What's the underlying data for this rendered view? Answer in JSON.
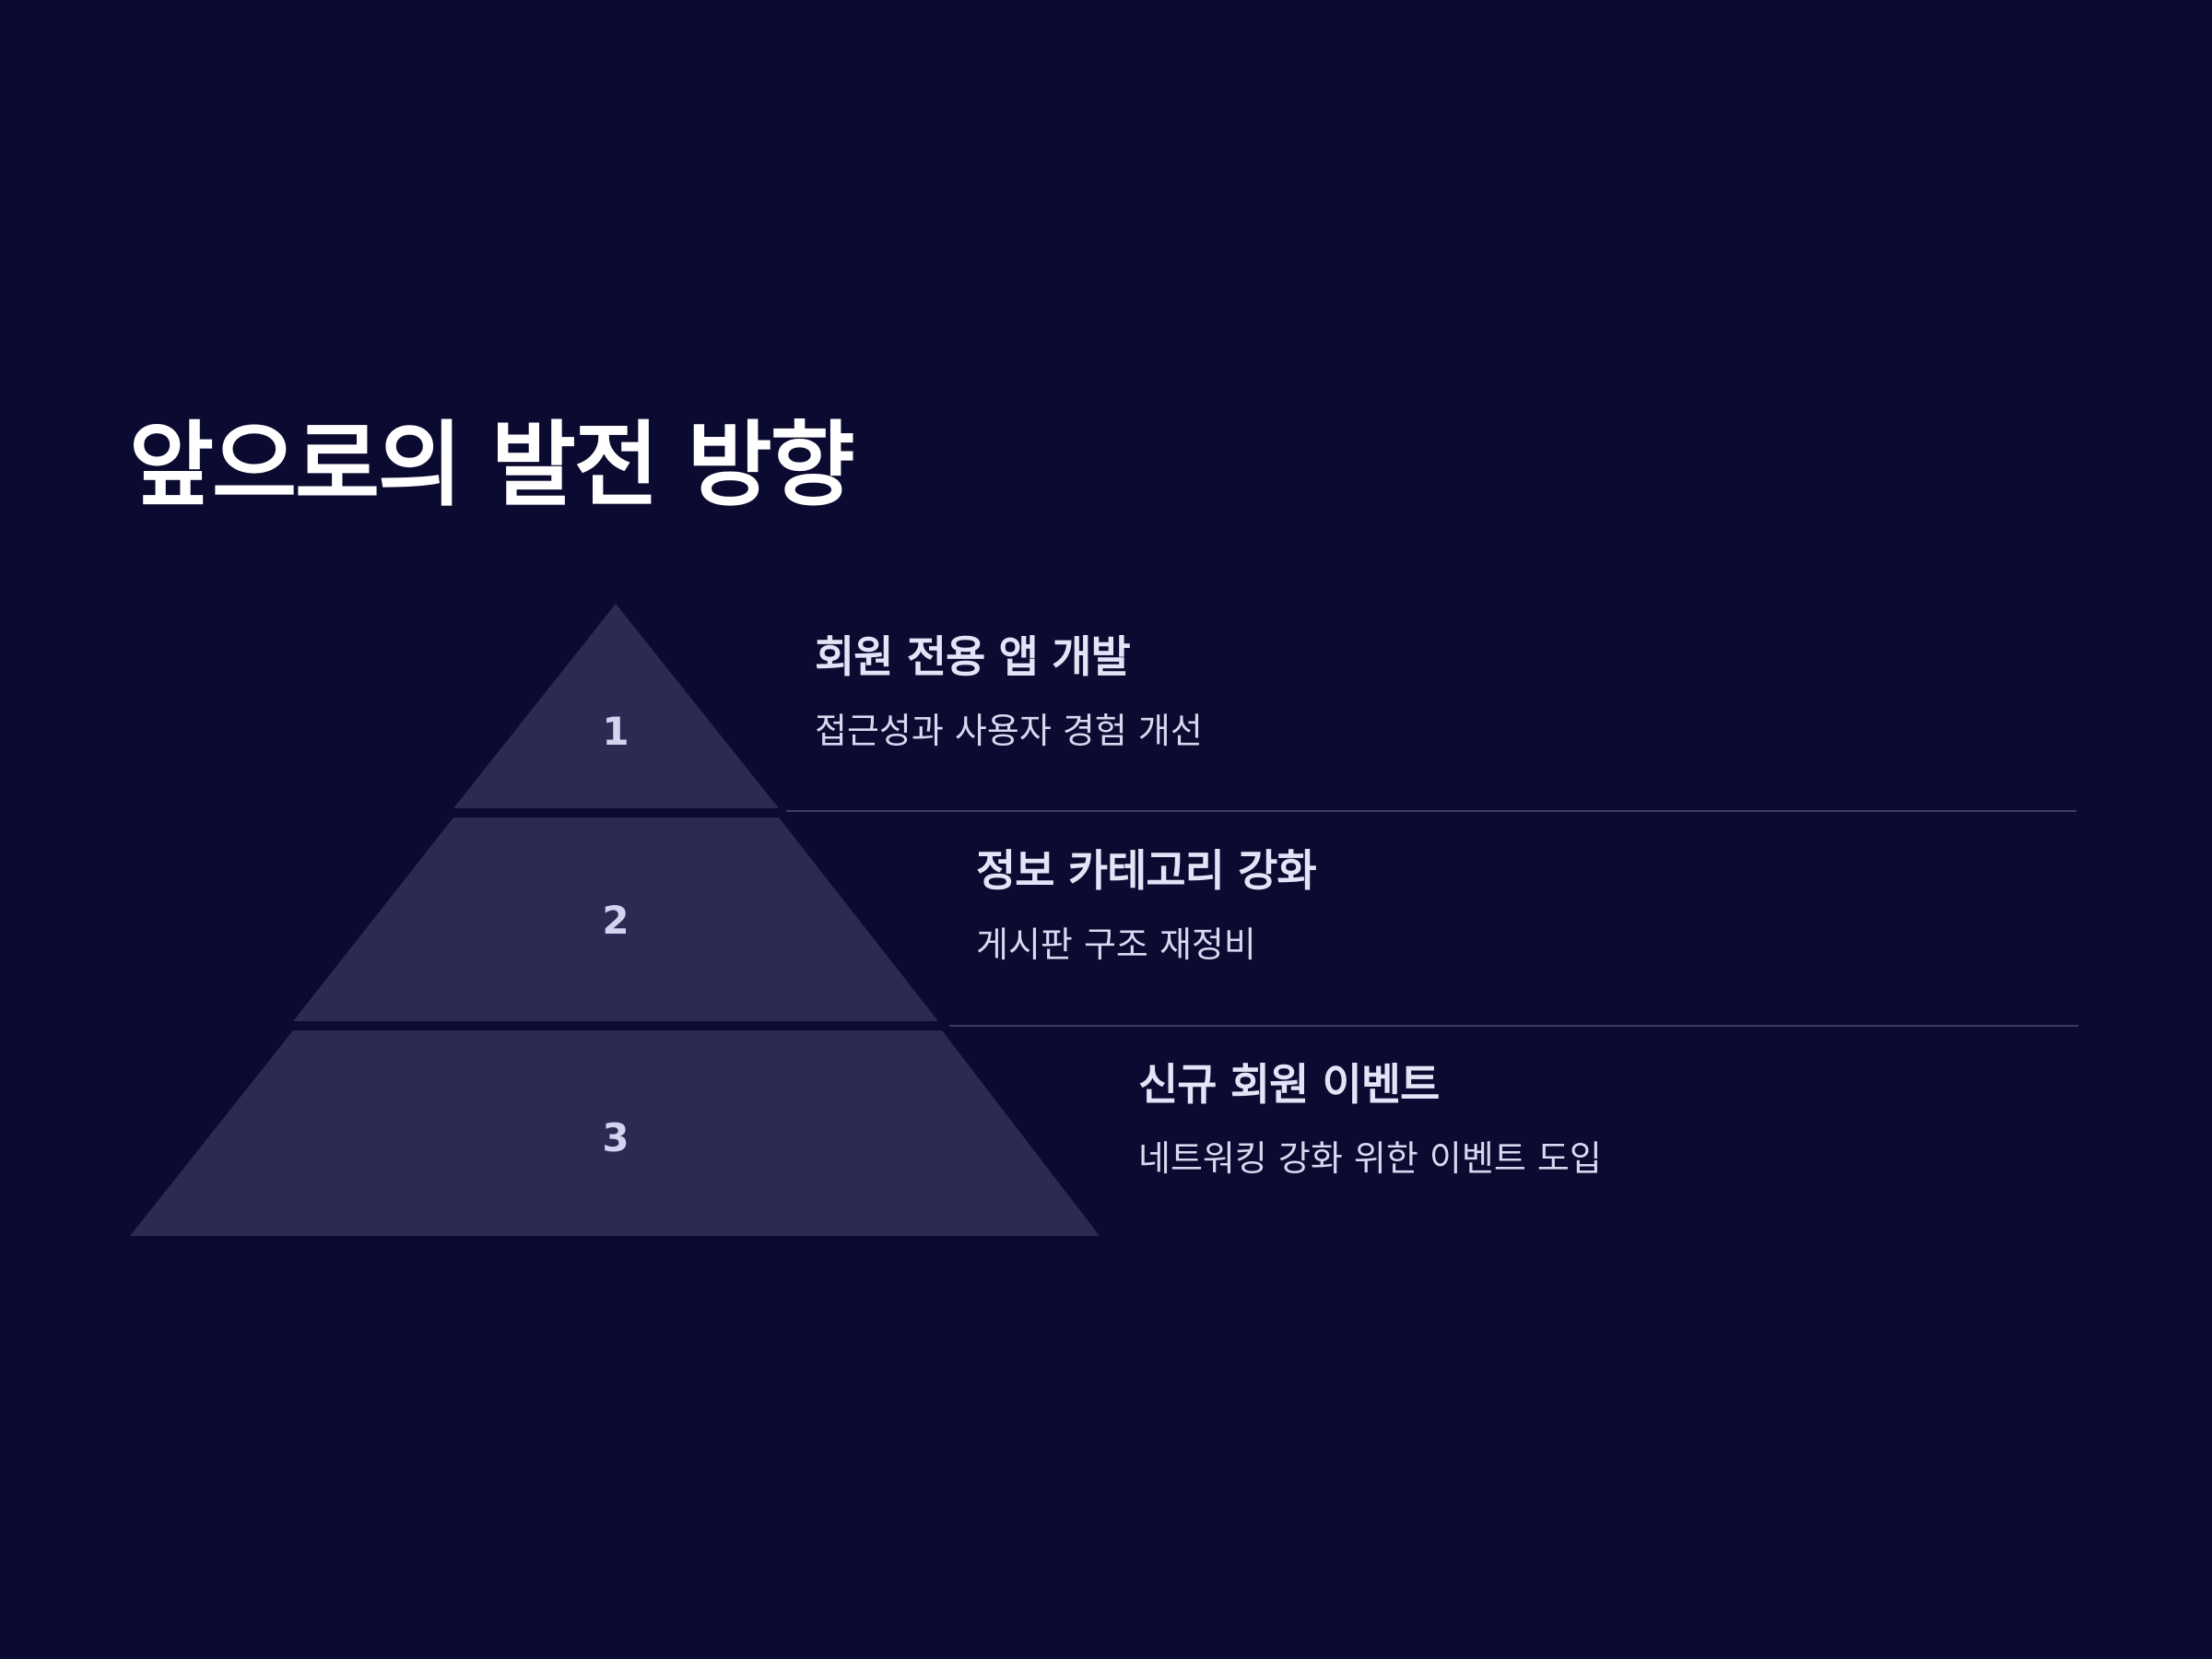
{
  "slide": {
    "title": "앞으로의 발전 방향"
  },
  "colors": {
    "background": "#0b0a30",
    "tier_fill": "#2b2a53",
    "divider": "#3c3b66",
    "title_text": "#ffffff",
    "item_text": "#e4e3f7"
  },
  "pyramid": {
    "tiers": [
      {
        "number": "1",
        "title": "회원 전용 앱 개발",
        "description": "접근성과 사용자 경험 개선"
      },
      {
        "number": "2",
        "title": "정보 카테고리 강화",
        "description": "게시판 구조 재정비"
      },
      {
        "number": "3",
        "title": "신규 회원 이벤트",
        "description": "네트워킹 강화 위한 이벤트 도입"
      }
    ]
  }
}
